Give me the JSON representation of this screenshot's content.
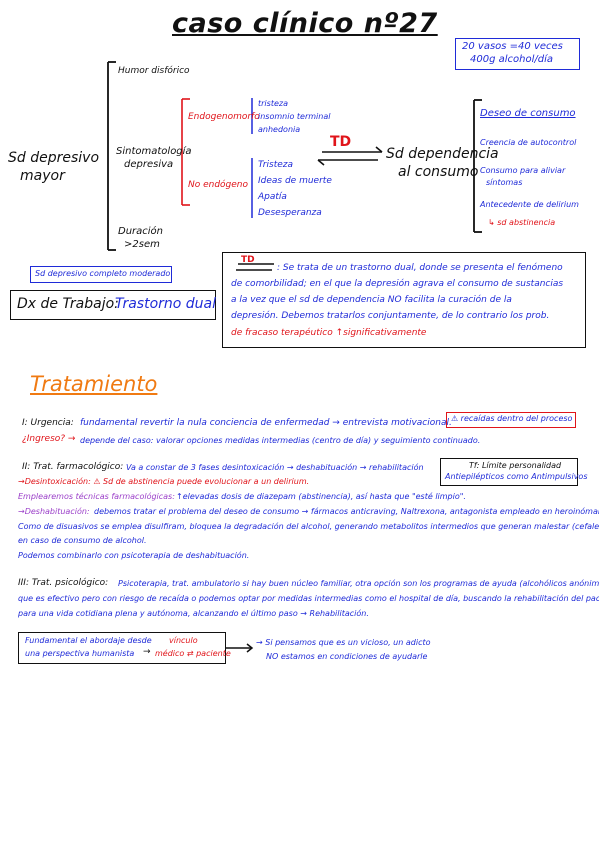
{
  "title": "caso clínico nº27",
  "note_box": {
    "line1": "20 vasos =40 veces",
    "line2": "400g alcohol/día"
  },
  "diagnosis": {
    "main": {
      "line1": "Sd depresivo",
      "line2": "mayor"
    },
    "mood": "Humor disfórico",
    "symptoms_label": {
      "line1": "Sintomatología",
      "line2": "depresiva"
    },
    "duration": {
      "line1": "Duración",
      "line2": ">2sem"
    },
    "endogenomorfo": "Endogenomorfo",
    "endo_list": [
      "tristeza",
      "insomnio terminal",
      "anhedonia"
    ],
    "no_endogenomorfo": "No endógeno",
    "no_endo_list": [
      "Tristeza",
      "Ideas de muerte",
      "Apatía",
      "Desesperanza"
    ],
    "td": "TD",
    "dependence": {
      "line1": "Sd dependencia",
      "line2": "al consumo"
    },
    "right_list": [
      "Deseo de consumo",
      "Creencia de autocontrol",
      "Consumo para aliviar",
      "síntomas",
      "Antecedente de delirium",
      "↳ sd abstinencia"
    ],
    "moderate_box": "Sd depresivo completo moderado",
    "dx_label": "Dx de Trabajo:",
    "dx_value": "Trastorno dual"
  },
  "td_box": {
    "label": "TD",
    "lines": [
      ": Se trata de un trastorno dual, donde se presenta el fenómeno",
      "de comorbilidad; en el que la depresión agrava el consumo de sustancias",
      "a la vez que el sd de dependencia NO facilita la curación de la",
      "depresión. Debemos tratarlos conjuntamente, de lo contrario los prob.",
      "de fracaso terapéutico ↑significativamente"
    ]
  },
  "treatment": {
    "heading": "Tratamiento",
    "urgency_label": "I: Urgencia:",
    "urgency_text": "fundamental revertir la nula conciencia de enfermedad → entrevista motivacional.",
    "warning": "⚠ recaídas dentro del proceso",
    "ingreso_q": "¿Ingreso? →",
    "ingreso_text": "depende del caso: valorar opciones medidas intermedias (centro de día) y seguimiento continuado.",
    "pharm_label": "II: Trat. farmacológico:",
    "pharm_text": "Va a constar de 3 fases desintoxicación → deshabituación → rehabilitación",
    "tf_box": {
      "line1": "Tf: Límite personalidad",
      "line2": "Antiepilépticos como Antimpulsivos"
    },
    "detox": "→Desintoxicación: ⚠ Sd de abstinencia puede evolucionar a un delirium.",
    "pharm_use_label": "Emplearemos técnicas farmacológicas:",
    "pharm_use_text": "↑elevadas dosis de diazepam (abstinencia), así hasta que \"esté limpio\".",
    "dehab_label": "→Deshabituación:",
    "dehab_text": "debemos tratar el problema del deseo de consumo → fármacos anticraving, Naltrexona, antagonista empleado en heroinómanos.",
    "aversive_line1": "Como de disuasivos se emplea disulfiram, bloquea la degradación del alcohol, generando metabolitos intermedios que generan malestar (cefalea)",
    "aversive_line2": "en caso de consumo de alcohol.",
    "combine": "Podemos combinarlo con psicoterapia de deshabituación.",
    "psych_label": "III: Trat. psicológico:",
    "psych_line1": "Psicoterapia, trat. ambulatorio si hay buen núcleo familiar, otra opción son los programas de ayuda (alcohólicos anónimos)",
    "psych_line2": "que es efectivo pero con riesgo de recaída o podemos optar por medidas intermedias como el hospital de día, buscando la rehabilitación del paciente",
    "psych_line3": "para una vida cotidiana plena y autónoma, alcanzando el último paso → Rehabilitación.",
    "approach_box": {
      "line1": "Fundamental el abordaje desde",
      "line2": "una perspectiva humanista",
      "arrow": "→",
      "vinculo1": "vínculo",
      "vinculo2": "médico ⇄ paciente"
    },
    "approach_result": {
      "line1": "→ Si pensamos que es un vicioso, un adicto",
      "line2": "NO estamos en condiciones de ayudarle"
    }
  }
}
